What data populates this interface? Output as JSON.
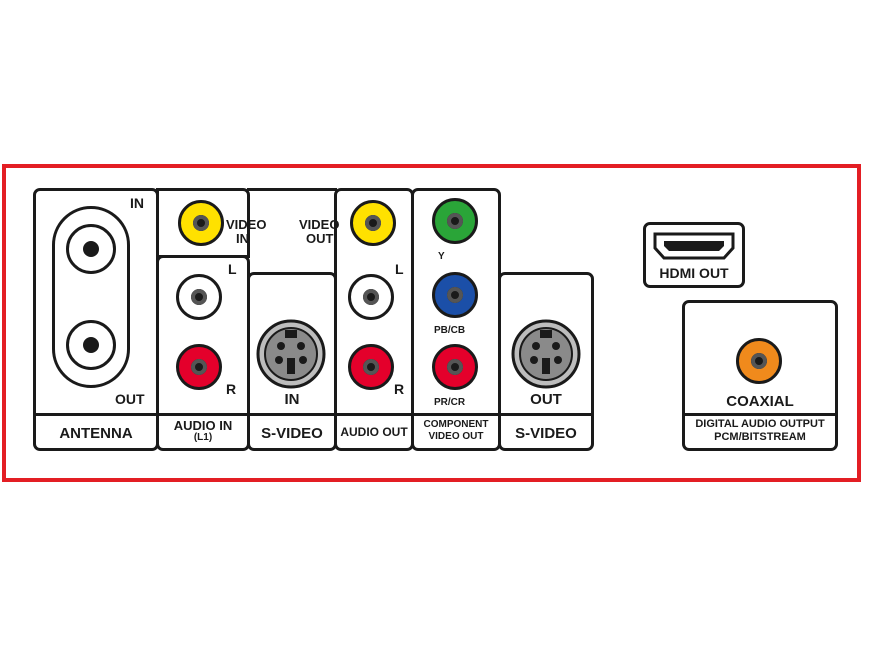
{
  "colors": {
    "frame": "#e31e24",
    "yellow": "#ffe100",
    "white": "#ffffff",
    "red": "#e4002b",
    "green": "#2aa538",
    "blue": "#1b4fa8",
    "orange": "#f08a1c"
  },
  "antenna": {
    "in": "IN",
    "out": "OUT",
    "label": "ANTENNA"
  },
  "audio_in": {
    "video_in_1": "VIDEO",
    "video_in_2": "IN",
    "l": "L",
    "r": "R",
    "label_1": "AUDIO IN",
    "label_2": "(L1)"
  },
  "svideo_in": {
    "tag": "IN",
    "label": "S-VIDEO"
  },
  "audio_out": {
    "video_out_1": "VIDEO",
    "video_out_2": "OUT",
    "l": "L",
    "r": "R",
    "label": "AUDIO OUT"
  },
  "component": {
    "y": "Y",
    "pb": "PB/CB",
    "pr": "PR/CR",
    "label_1": "COMPONENT",
    "label_2": "VIDEO OUT"
  },
  "svideo_out": {
    "tag": "OUT",
    "label": "S-VIDEO"
  },
  "hdmi": {
    "label": "HDMI OUT"
  },
  "digital": {
    "tag": "COAXIAL",
    "label_1": "DIGITAL AUDIO OUTPUT",
    "label_2": "PCM/BITSTREAM"
  }
}
